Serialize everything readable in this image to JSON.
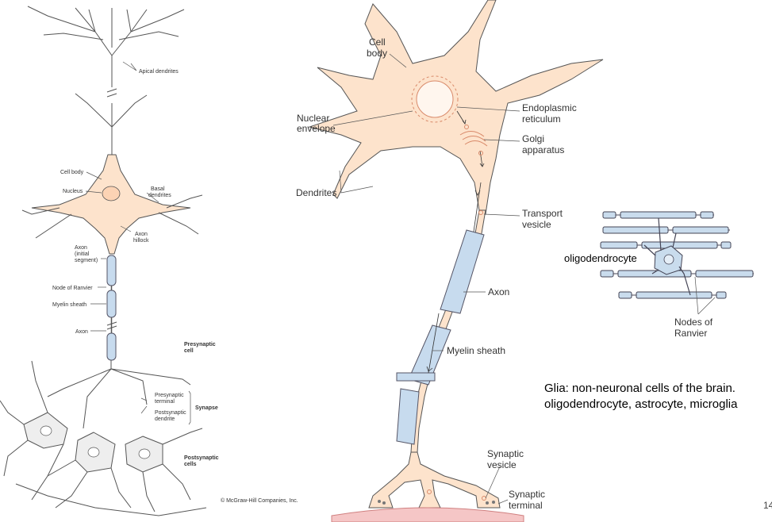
{
  "left_diagram": {
    "labels": {
      "apical_dendrites": "Apical dendrites",
      "cell_body": "Cell body",
      "nucleus": "Nucleus",
      "basal_dendrites_1": "Basal",
      "basal_dendrites_2": "dendrites",
      "axon_hillock_1": "Axon",
      "axon_hillock_2": "hillock",
      "axon_initial_1": "Axon",
      "axon_initial_2": "(initial",
      "axon_initial_3": "segment)",
      "node_of_ranvier": "Node of Ranvier",
      "myelin_sheath": "Myelin sheath",
      "axon": "Axon",
      "presynaptic_cell_1": "Presynaptic",
      "presynaptic_cell_2": "cell",
      "presynaptic_terminal_1": "Presynaptic",
      "presynaptic_terminal_2": "terminal",
      "synapse": "Synapse",
      "postsynaptic_dendrite_1": "Postsynaptic",
      "postsynaptic_dendrite_2": "dendrite",
      "postsynaptic_cells_1": "Postsynaptic",
      "postsynaptic_cells_2": "cells"
    },
    "copyright": "© McGraw-Hill Companies, Inc."
  },
  "center_diagram": {
    "labels": {
      "cell_body_1": "Cell",
      "cell_body_2": "body",
      "nuclear_envelope_1": "Nuclear",
      "nuclear_envelope_2": "envelope",
      "er_1": "Endoplasmic",
      "er_2": "reticulum",
      "golgi_1": "Golgi",
      "golgi_2": "apparatus",
      "dendrites": "Dendrites",
      "transport_vesicle_1": "Transport",
      "transport_vesicle_2": "vesicle",
      "axon": "Axon",
      "myelin_sheath": "Myelin sheath",
      "synaptic_vesicle_1": "Synaptic",
      "synaptic_vesicle_2": "vesicle",
      "synaptic_terminal_1": "Synaptic",
      "synaptic_terminal_2": "terminal"
    }
  },
  "right_diagram": {
    "labels": {
      "oligodendrocyte": "oligodendrocyte",
      "nodes_of_ranvier_1": "Nodes of",
      "nodes_of_ranvier_2": "Ranvier"
    }
  },
  "caption": {
    "line1": "Glia: non-neuronal cells of the brain.",
    "line2": "oligodendrocyte, astrocyte, microglia"
  },
  "page_number": "14"
}
